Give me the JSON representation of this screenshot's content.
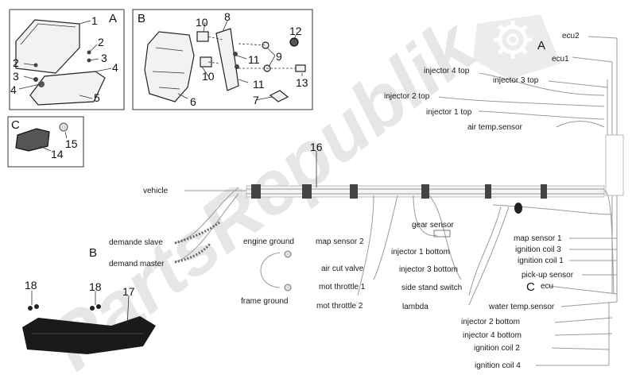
{
  "watermark": "PartsRepublik",
  "section_letters": {
    "a_box": "A",
    "b_box": "B",
    "c_box": "C",
    "a_conn": "A",
    "b_conn": "B",
    "c_conn": "C"
  },
  "part_numbers": {
    "p1": "1",
    "p2a": "2",
    "p2b": "2",
    "p3a": "3",
    "p3b": "3",
    "p4a": "4",
    "p4b": "4",
    "p5": "5",
    "p6": "6",
    "p7": "7",
    "p8": "8",
    "p9": "9",
    "p10a": "10",
    "p10b": "10",
    "p11a": "11",
    "p11b": "11",
    "p12": "12",
    "p13": "13",
    "p14": "14",
    "p15": "15",
    "p16": "16",
    "p17": "17",
    "p18a": "18",
    "p18b": "18"
  },
  "labels": {
    "ecu2": "ecu2",
    "ecu1": "ecu1",
    "injector4top": "injector 4 top",
    "injector3top": "injector 3 top",
    "injector2top": "injector 2 top",
    "injector1top": "injector 1 top",
    "airtemp": "air temp.sensor",
    "vehicle": "vehicle",
    "demandeslave": "demande slave",
    "demandmaster": "demand master",
    "engineground": "engine ground",
    "frameground": "frame ground",
    "mapsensor2": "map sensor 2",
    "aircut": "air cut valve",
    "motthrottle1": "mot throttle 1",
    "motthrottle2": "mot throttle 2",
    "gearsensor": "gear sensor",
    "injector1bottom": "injector 1 bottom",
    "injector3bottom": "injector 3 bottom",
    "sidestand": "side stand switch",
    "lambda": "lambda",
    "mapsensor1": "map sensor 1",
    "ignitioncoil3": "ignition coil 3",
    "ignitioncoil1": "ignition coil 1",
    "pickup": "pick-up sensor",
    "ecu": "ecu",
    "watertemp": "water temp.sensor",
    "injector2bottom": "injector 2 bottom",
    "injector4bottom": "injector 4 bottom",
    "ignitioncoil2": "ignition coil 2",
    "ignitioncoil4": "ignition coil 4"
  },
  "icons": {
    "logo": "gear-icon"
  }
}
